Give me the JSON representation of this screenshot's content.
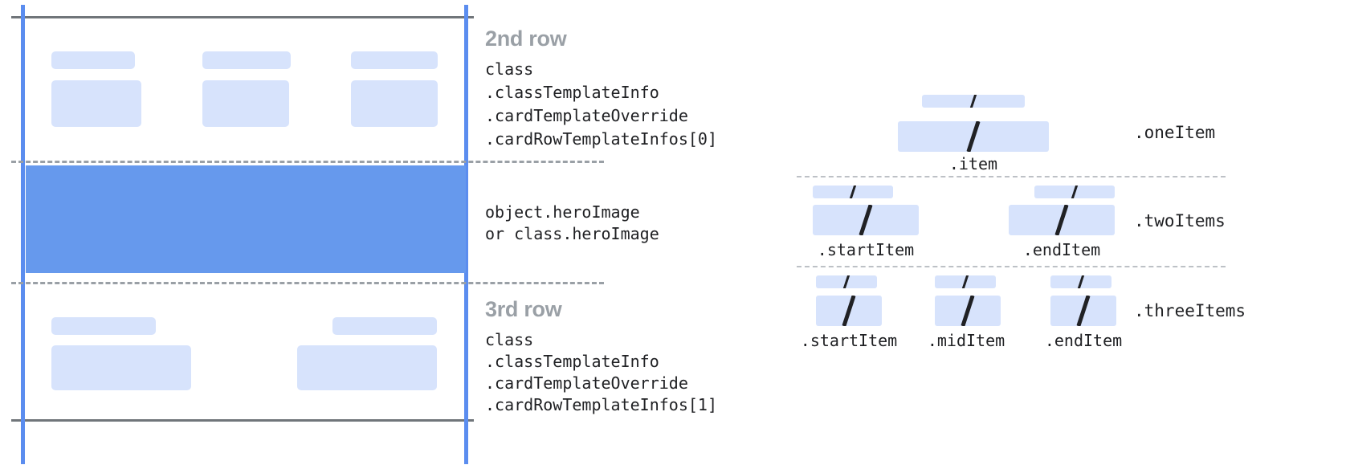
{
  "colors": {
    "chip": "#d7e3fc",
    "hero": "#6699ed",
    "rail": "#5b8def",
    "frame": "#70757a",
    "divider_dark": "#9aa0a6",
    "divider_light": "#bdc1c6",
    "title_text": "#9aa0a6",
    "code_text": "#202124"
  },
  "card_diagram": {
    "rows": [
      {
        "title": "2nd row",
        "code_lines": [
          "class",
          ".classTemplateInfo",
          ".cardTemplateOverride",
          ".cardRowTemplateInfos[0]"
        ]
      },
      {
        "title": "",
        "code_lines": [
          "object.heroImage",
          "or class.heroImage"
        ]
      },
      {
        "title": "3rd row",
        "code_lines": [
          "class",
          ".classTemplateInfo",
          ".cardTemplateOverride",
          ".cardRowTemplateInfos[1]"
        ]
      }
    ]
  },
  "item_diagram": {
    "groups": [
      {
        "name": ".oneItem",
        "slot_labels": [
          ".item"
        ]
      },
      {
        "name": ".twoItems",
        "slot_labels": [
          ".startItem",
          ".endItem"
        ]
      },
      {
        "name": ".threeItems",
        "slot_labels": [
          ".startItem",
          ".midItem",
          ".endItem"
        ]
      }
    ]
  }
}
